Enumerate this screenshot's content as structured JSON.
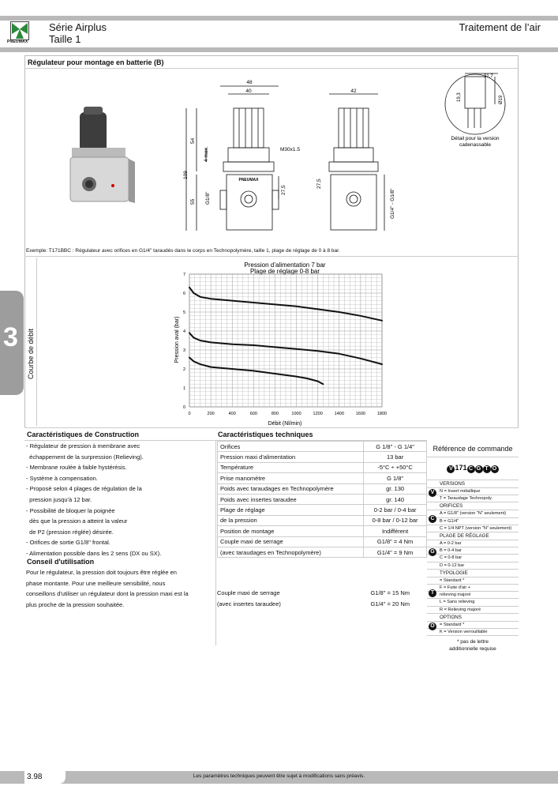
{
  "header": {
    "brand": "PNEUMAX",
    "series": "Série Airplus",
    "size": "Taille 1",
    "category": "Traitement de l’air"
  },
  "section": {
    "title": "Régulateur pour montage en batterie (B)",
    "example": "Exemple: T171BBC : Régulateur avec orifices en G1/4\" taraudés dans le corps en Technopolymère, taille 1, plage de réglage de 0 à 8 bar."
  },
  "drawing": {
    "dims": [
      "48",
      "40",
      "42",
      "31,7",
      "19,3",
      "Ø19",
      "M30x1.5",
      "54",
      "4 max.",
      "109",
      "55",
      "G1/8\"",
      "27,5",
      "27,5",
      "G1/4\" - G1/8\""
    ],
    "detail_caption": "Détail pour la version cadenassable",
    "detail_caption_1": "Détail pour la version",
    "detail_caption_2": "cadenassable",
    "stamp": "PNEUMAX"
  },
  "tab": {
    "number": "3",
    "label": "Courbe de débit"
  },
  "chart_data": {
    "type": "line",
    "title": "Pression d’alimentation 7 bar",
    "subtitle": "Plage de réglage 0-8 bar",
    "xlabel": "Débit (Nl/min)",
    "ylabel": "Pression aval (bar)",
    "xlim": [
      0,
      1800
    ],
    "ylim": [
      0,
      7
    ],
    "xticks": [
      0,
      200,
      400,
      600,
      800,
      1000,
      1200,
      1400,
      1600,
      1800
    ],
    "yticks": [
      0,
      1,
      2,
      3,
      4,
      5,
      6,
      7
    ],
    "grid": true,
    "series": [
      {
        "x": [
          0,
          40,
          100,
          200,
          400,
          600,
          800,
          1000,
          1200,
          1400,
          1600,
          1800
        ],
        "y": [
          6.3,
          6.0,
          5.8,
          5.7,
          5.6,
          5.5,
          5.4,
          5.3,
          5.15,
          5.0,
          4.8,
          4.55
        ]
      },
      {
        "x": [
          0,
          40,
          100,
          200,
          400,
          600,
          800,
          1000,
          1200,
          1400,
          1600,
          1800
        ],
        "y": [
          3.9,
          3.65,
          3.5,
          3.4,
          3.3,
          3.25,
          3.15,
          3.05,
          2.95,
          2.8,
          2.55,
          2.25
        ]
      },
      {
        "x": [
          0,
          40,
          100,
          200,
          400,
          600,
          800,
          1000,
          1100,
          1200,
          1250
        ],
        "y": [
          2.6,
          2.4,
          2.25,
          2.1,
          2.0,
          1.9,
          1.75,
          1.6,
          1.5,
          1.35,
          1.2
        ]
      }
    ]
  },
  "construction": {
    "title": "Caractéristiques de Construction",
    "lines": [
      "- Régulateur de pression à membrane avec",
      "  échappement de la surpression (Relieving).",
      "- Membrane roulée à faible hystérésis.",
      "- Système à compensation.",
      "- Proposé selon 4 plages de régulation de la",
      "  pression jusqu'à 12 bar.",
      "- Possibilité de bloquer la poignée",
      "  dès que la pression a atteint la valeur",
      "  de P2 (pression réglée) désirée.",
      "- Orifices de sortie G1/8\" frontal.",
      "- Alimentation possible dans les 2 sens (DX ou SX)."
    ]
  },
  "usage": {
    "title": "Conseil d'utilisation",
    "lines": [
      "Pour le régulateur, la pression doit toujours être réglée en",
      "phase montante. Pour une meilleure sensibilité, nous",
      "conseillons d'utiliser un régulateur dont la pression maxi est la",
      "plus proche de la pression souhaitée."
    ]
  },
  "technical": {
    "title": "Caractéristiques techniques",
    "rows": [
      {
        "label": "Orifices",
        "value": "G 1/8\" - G 1/4\""
      },
      {
        "label": "Pression maxi d'alimentation",
        "value": "13 bar"
      },
      {
        "label": "Température",
        "value": "-5°C ÷ +50°C"
      },
      {
        "label": "Prise manomètre",
        "value": "G 1/8\""
      },
      {
        "label": "Poids avec taraudages en Technopolymère",
        "value": "gr. 130"
      },
      {
        "label": "Poids avec insertes taraudee",
        "value": "gr. 140"
      },
      {
        "label": "Plage de réglage",
        "value": "0-2 bar / 0-4 bar"
      },
      {
        "label": "de la pression",
        "value": "0-8 bar / 0-12 bar"
      },
      {
        "label": "Position de montage",
        "value": "Indifférent"
      },
      {
        "label": "Couple maxi de serrage",
        "value": "G1/8\" = 4 Nm"
      },
      {
        "label": "(avec taraudages en Technopolymère)",
        "value": "G1/4\" = 9 Nm"
      }
    ],
    "torque2_label_1": "Couple maxi de serrage",
    "torque2_label_2": "(avec insertes taraudee)",
    "torque2_value_1": "G1/8\" = 15 Nm",
    "torque2_value_2": "G1/4\" = 20 Nm"
  },
  "reference": {
    "title": "Référence de commande",
    "code_prefix": "171",
    "code_letters": [
      "V",
      "C",
      "G",
      "T",
      "O"
    ],
    "groups": [
      {
        "badge": "V",
        "head": "VERSIONS",
        "items": [
          "N = Insert métallique",
          "T = Taraudage Technopoly."
        ]
      },
      {
        "badge": "C",
        "head": "ORIFICES",
        "items": [
          "A = G1/8\" (version \"N\" seulement)",
          "B = G1/4\"",
          "C = 1/4 NPT (version \"N\" seulement)"
        ]
      },
      {
        "badge": "G",
        "head": "PLAGE DE RÉGLAGE",
        "items": [
          "A = 0-2 bar",
          "B = 0-4 bar",
          "C = 0-8 bar",
          "D = 0-12 bar"
        ]
      },
      {
        "badge": "T",
        "head": "TYPOLOGIE",
        "items": [
          "= Standard *",
          "F = Fuite d'air +",
          "relieving majoré",
          "L = Sans relieving",
          "R = Relieving majoré"
        ]
      },
      {
        "badge": "O",
        "head": "OPTIONS",
        "items": [
          "= Standard *",
          "K = Version verrouillable"
        ]
      }
    ],
    "note_1": "* pas de lettre",
    "note_2": "additionnelle requise"
  },
  "footer": {
    "page": "3.98",
    "notice": "Les paramètres techniques peuvent être sujet à modifications sans préavis."
  }
}
